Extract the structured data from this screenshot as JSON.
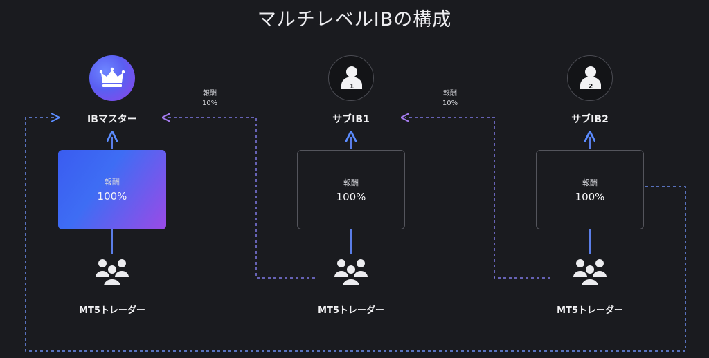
{
  "title": "マルチレベルIBの構成",
  "colors": {
    "background": "#1a1b1f",
    "line_blue": "#5b8cff",
    "line_purple": "#a57cf0",
    "border": "#54555c"
  },
  "nodes": [
    {
      "label": "IBマスター",
      "icon": "crown-icon",
      "box": {
        "label": "報酬",
        "value": "100%"
      },
      "trader_label": "MT5トレーダー"
    },
    {
      "label": "サブIB1",
      "icon": "user-icon",
      "badge": "1",
      "box": {
        "label": "報酬",
        "value": "100%"
      },
      "trader_label": "MT5トレーダー"
    },
    {
      "label": "サブIB2",
      "icon": "user-icon",
      "badge": "2",
      "box": {
        "label": "報酬",
        "value": "100%"
      },
      "trader_label": "MT5トレーダー"
    }
  ],
  "payouts": [
    {
      "label": "報酬",
      "value": "10%"
    },
    {
      "label": "報酬",
      "value": "10%"
    }
  ]
}
